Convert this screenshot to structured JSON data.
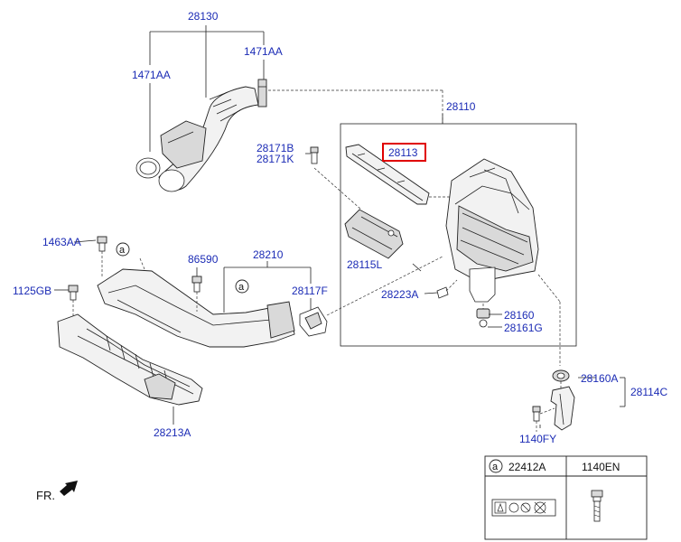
{
  "labels": {
    "p28130": "28130",
    "p1471AA_left": "1471AA",
    "p1471AA_right": "1471AA",
    "p28110": "28110",
    "p28171B": "28171B",
    "p28171K": "28171K",
    "p28113": "28113",
    "p1463AA": "1463AA",
    "p86590": "86590",
    "p28210": "28210",
    "p1125GB": "1125GB",
    "p28117F": "28117F",
    "p28115L": "28115L",
    "p28223A": "28223A",
    "p28160": "28160",
    "p28161G": "28161G",
    "p28160A": "28160A",
    "p28114C": "28114C",
    "p1140FY": "1140FY",
    "p28213A": "28213A",
    "fr": "FR."
  },
  "callouts": {
    "a": "a"
  },
  "legend": {
    "col1_circle": "a",
    "col1_part": "22412A",
    "col2_part": "1140EN"
  },
  "highlight_color": "#e00000",
  "label_color": "#1b2bb5"
}
